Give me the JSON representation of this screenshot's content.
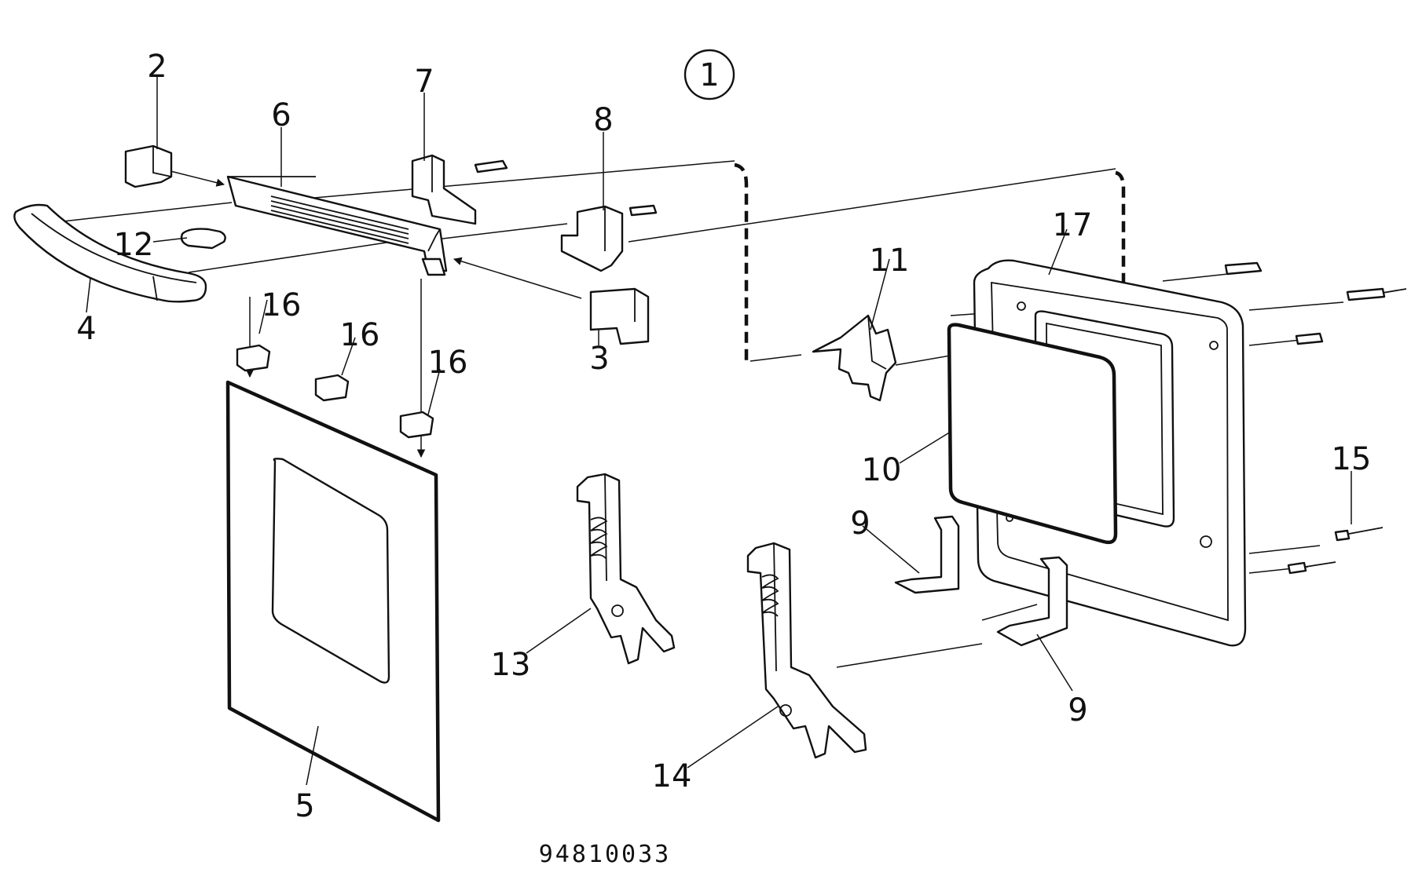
{
  "figure_number": "1",
  "part_numbers": {
    "p2": "2",
    "p3": "3",
    "p4": "4",
    "p5": "5",
    "p6": "6",
    "p7": "7",
    "p8": "8",
    "p9a": "9",
    "p9b": "9",
    "p10": "10",
    "p11": "11",
    "p12": "12",
    "p13": "13",
    "p14": "14",
    "p15": "15",
    "p16a": "16",
    "p16b": "16",
    "p16c": "16",
    "p17": "17"
  },
  "drawing_code": "94810033"
}
